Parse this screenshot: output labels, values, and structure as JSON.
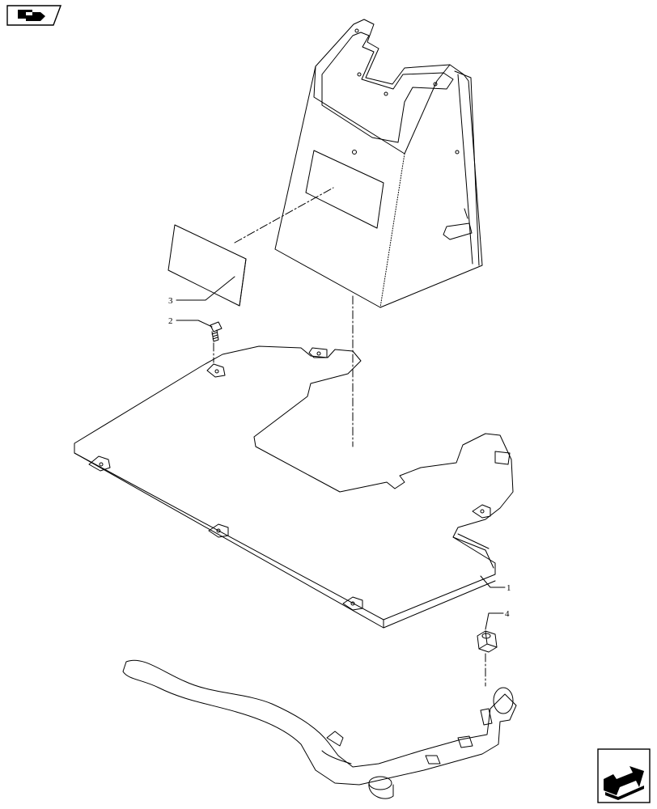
{
  "diagram": {
    "callouts": [
      {
        "id": "1",
        "label": "1"
      },
      {
        "id": "2",
        "label": "2"
      },
      {
        "id": "3",
        "label": "3"
      },
      {
        "id": "4",
        "label": "4"
      }
    ]
  },
  "navigation": {
    "back_icon": "arrow-back-icon",
    "next_icon": "arrow-next-icon"
  },
  "colors": {
    "line": "#000000",
    "background": "#ffffff"
  }
}
